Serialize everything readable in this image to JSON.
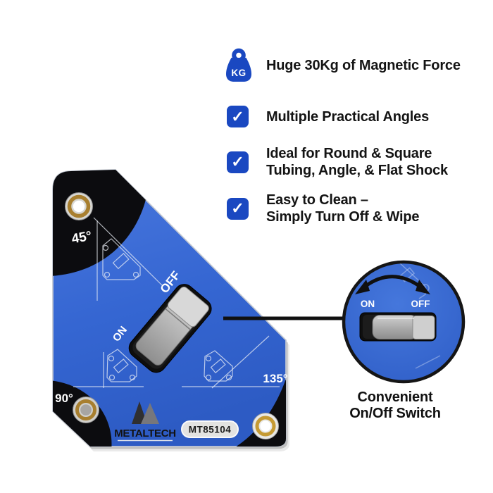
{
  "colors": {
    "accent_blue": "#1a48c1",
    "product_blue": "#3566d2",
    "product_blue_light": "#4a78de",
    "inset_blue": "#3a6bd1",
    "ink": "#141414",
    "brass": "#b3882f",
    "silver": "#c0c0c0",
    "corner_black": "#0c0c0f"
  },
  "features": {
    "kg_icon_label": "KG",
    "check_glyph": "✓",
    "rows": [
      {
        "lines": [
          "Huge 30Kg of Magnetic Force"
        ]
      },
      {
        "lines": [
          "Multiple Practical Angles"
        ]
      },
      {
        "lines": [
          "Ideal for Round & Square",
          "Tubing, Angle, & Flat Shock"
        ]
      },
      {
        "lines": [
          "Easy to Clean –",
          "Simply Turn Off & Wipe"
        ]
      }
    ]
  },
  "product": {
    "angle_labels": {
      "top": "45°",
      "bottom_left": "90°",
      "bottom_right": "135°"
    },
    "switch": {
      "on": "ON",
      "off": "OFF"
    },
    "brand": "METALTECH",
    "model": "MT85104"
  },
  "inset": {
    "switch": {
      "on": "ON",
      "off": "OFF"
    },
    "caption": [
      "Convenient",
      "On/Off Switch"
    ]
  }
}
